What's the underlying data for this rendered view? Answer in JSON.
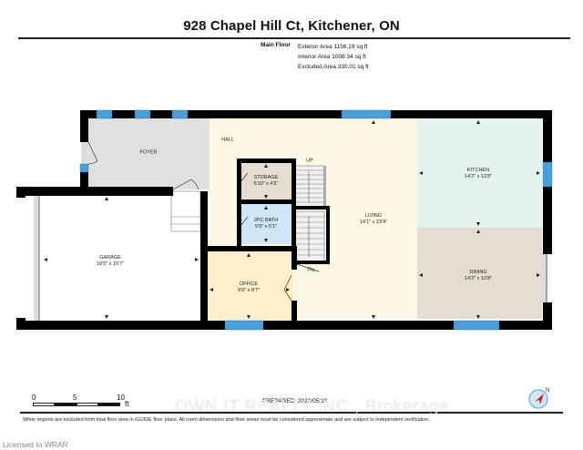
{
  "header": {
    "title": "928 Chapel Hill Ct, Kitchener, ON",
    "floor_label": "Main Floor",
    "areas": [
      "Exterior Area 1156.19 sq ft",
      "Interior Area 1008.34 sq ft",
      "Excluded Area 330.01 sq ft"
    ]
  },
  "rooms": {
    "foyer": {
      "name": "FOYER",
      "dims": ""
    },
    "hall": {
      "name": "HALL",
      "dims": ""
    },
    "storage": {
      "name": "STORAGE",
      "dims": "5'10\" x 4'5\""
    },
    "bath": {
      "name": "2PC BATH",
      "dims": "5'9\" x 5'1\""
    },
    "garage": {
      "name": "GARAGE",
      "dims": "18'5\" x 15'7\""
    },
    "office": {
      "name": "OFFICE",
      "dims": "9'9\" x 8'7\""
    },
    "living": {
      "name": "LIVING",
      "dims": "14'1\" x 23'4\""
    },
    "kitchen": {
      "name": "KITCHEN",
      "dims": "14'2\" x 12'8\""
    },
    "dining": {
      "name": "DINING",
      "dims": "14'2\" x 10'8\""
    }
  },
  "stairs": {
    "up_label": "UP",
    "down_label": "DN"
  },
  "colors": {
    "wall": "#000000",
    "window": "#4a9fd8",
    "foyer": "#e0e0e0",
    "hall_living": "#fdf8e6",
    "storage": "#e4ddd0",
    "bath": "#cfe6f7",
    "office": "#fcefc9",
    "kitchen": "#e4f3ee",
    "dining": "#e6ddd0",
    "garage": "#ffffff"
  },
  "scale": {
    "ticks": [
      "0",
      "5",
      "10"
    ],
    "unit": "ft"
  },
  "footer": {
    "prepared": "PREPARED: 2023/05/19",
    "note": "White regions are excluded from total floor area in iGUIDE floor plans. All room dimensions and floor areas must be considered approximate and are subject to independent verification.",
    "watermark": "OWN IT REALTY INC., Brokerage",
    "licensed": "Licensed to WRAR"
  }
}
